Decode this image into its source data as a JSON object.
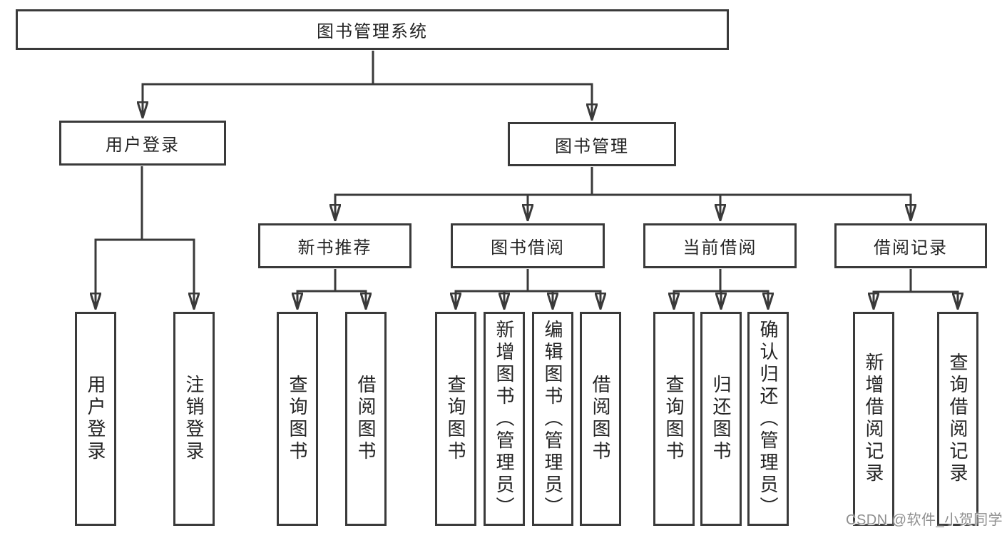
{
  "colors": {
    "line": "#3a3a3a",
    "text": "#242424",
    "watermark": "#8f8f8f",
    "background": "#ffffff"
  },
  "watermark": {
    "text": "CSDN @软件_小贺同学"
  },
  "tree": {
    "label": "图书管理系统",
    "children": [
      {
        "label": "用户登录",
        "children": [
          {
            "label": "用户登录"
          },
          {
            "label": "注销登录"
          }
        ]
      },
      {
        "label": "图书管理",
        "children": [
          {
            "label": "新书推荐",
            "children": [
              {
                "label": "查询图书"
              },
              {
                "label": "借阅图书"
              }
            ]
          },
          {
            "label": "图书借阅",
            "children": [
              {
                "label": "查询图书"
              },
              {
                "label": "新增图书（管理员）"
              },
              {
                "label": "编辑图书（管理员）"
              },
              {
                "label": "借阅图书"
              }
            ]
          },
          {
            "label": "当前借阅",
            "children": [
              {
                "label": "查询图书"
              },
              {
                "label": "归还图书"
              },
              {
                "label": "确认归还（管理员）"
              }
            ]
          },
          {
            "label": "借阅记录",
            "children": [
              {
                "label": "新增借阅记录"
              },
              {
                "label": "查询借阅记录"
              }
            ]
          }
        ]
      }
    ]
  }
}
